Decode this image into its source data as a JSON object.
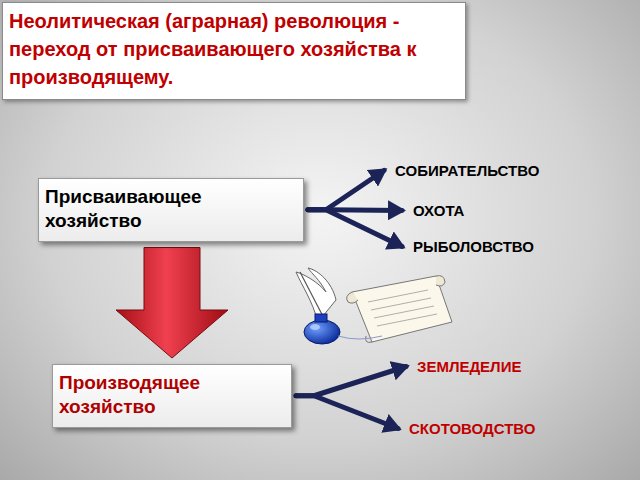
{
  "diagram": {
    "title": "Неолитическая (аграрная) революция - переход от присваивающего хозяйства к производящему.",
    "nodes": [
      {
        "text": [
          "Присваивающее хозяйство"
        ]
      },
      {
        "text": [
          "СОБИРАТЕЛЬСТВО"
        ]
      },
      {
        "text": [
          "ОХОТА"
        ]
      },
      {
        "text": [
          "РЫБОЛОВСТВО"
        ]
      },
      {
        "text": [
          "Производящее хозяйство"
        ]
      },
      {
        "text": [
          "ЗЕМЛЕДЕЛИЕ"
        ]
      },
      {
        "text": [
          "СКОТОВОДСТВО"
        ]
      }
    ],
    "edges": [
      {
        "from": 0,
        "to": 1,
        "arrow": "to"
      },
      {
        "from": 0,
        "to": 2,
        "arrow": "to"
      },
      {
        "from": 0,
        "to": 3,
        "arrow": "to"
      },
      {
        "from": 0,
        "to": 4,
        "arrow": "to"
      },
      {
        "from": 4,
        "to": 5,
        "arrow": "to"
      },
      {
        "from": 4,
        "to": 6,
        "arrow": "to"
      }
    ]
  }
}
